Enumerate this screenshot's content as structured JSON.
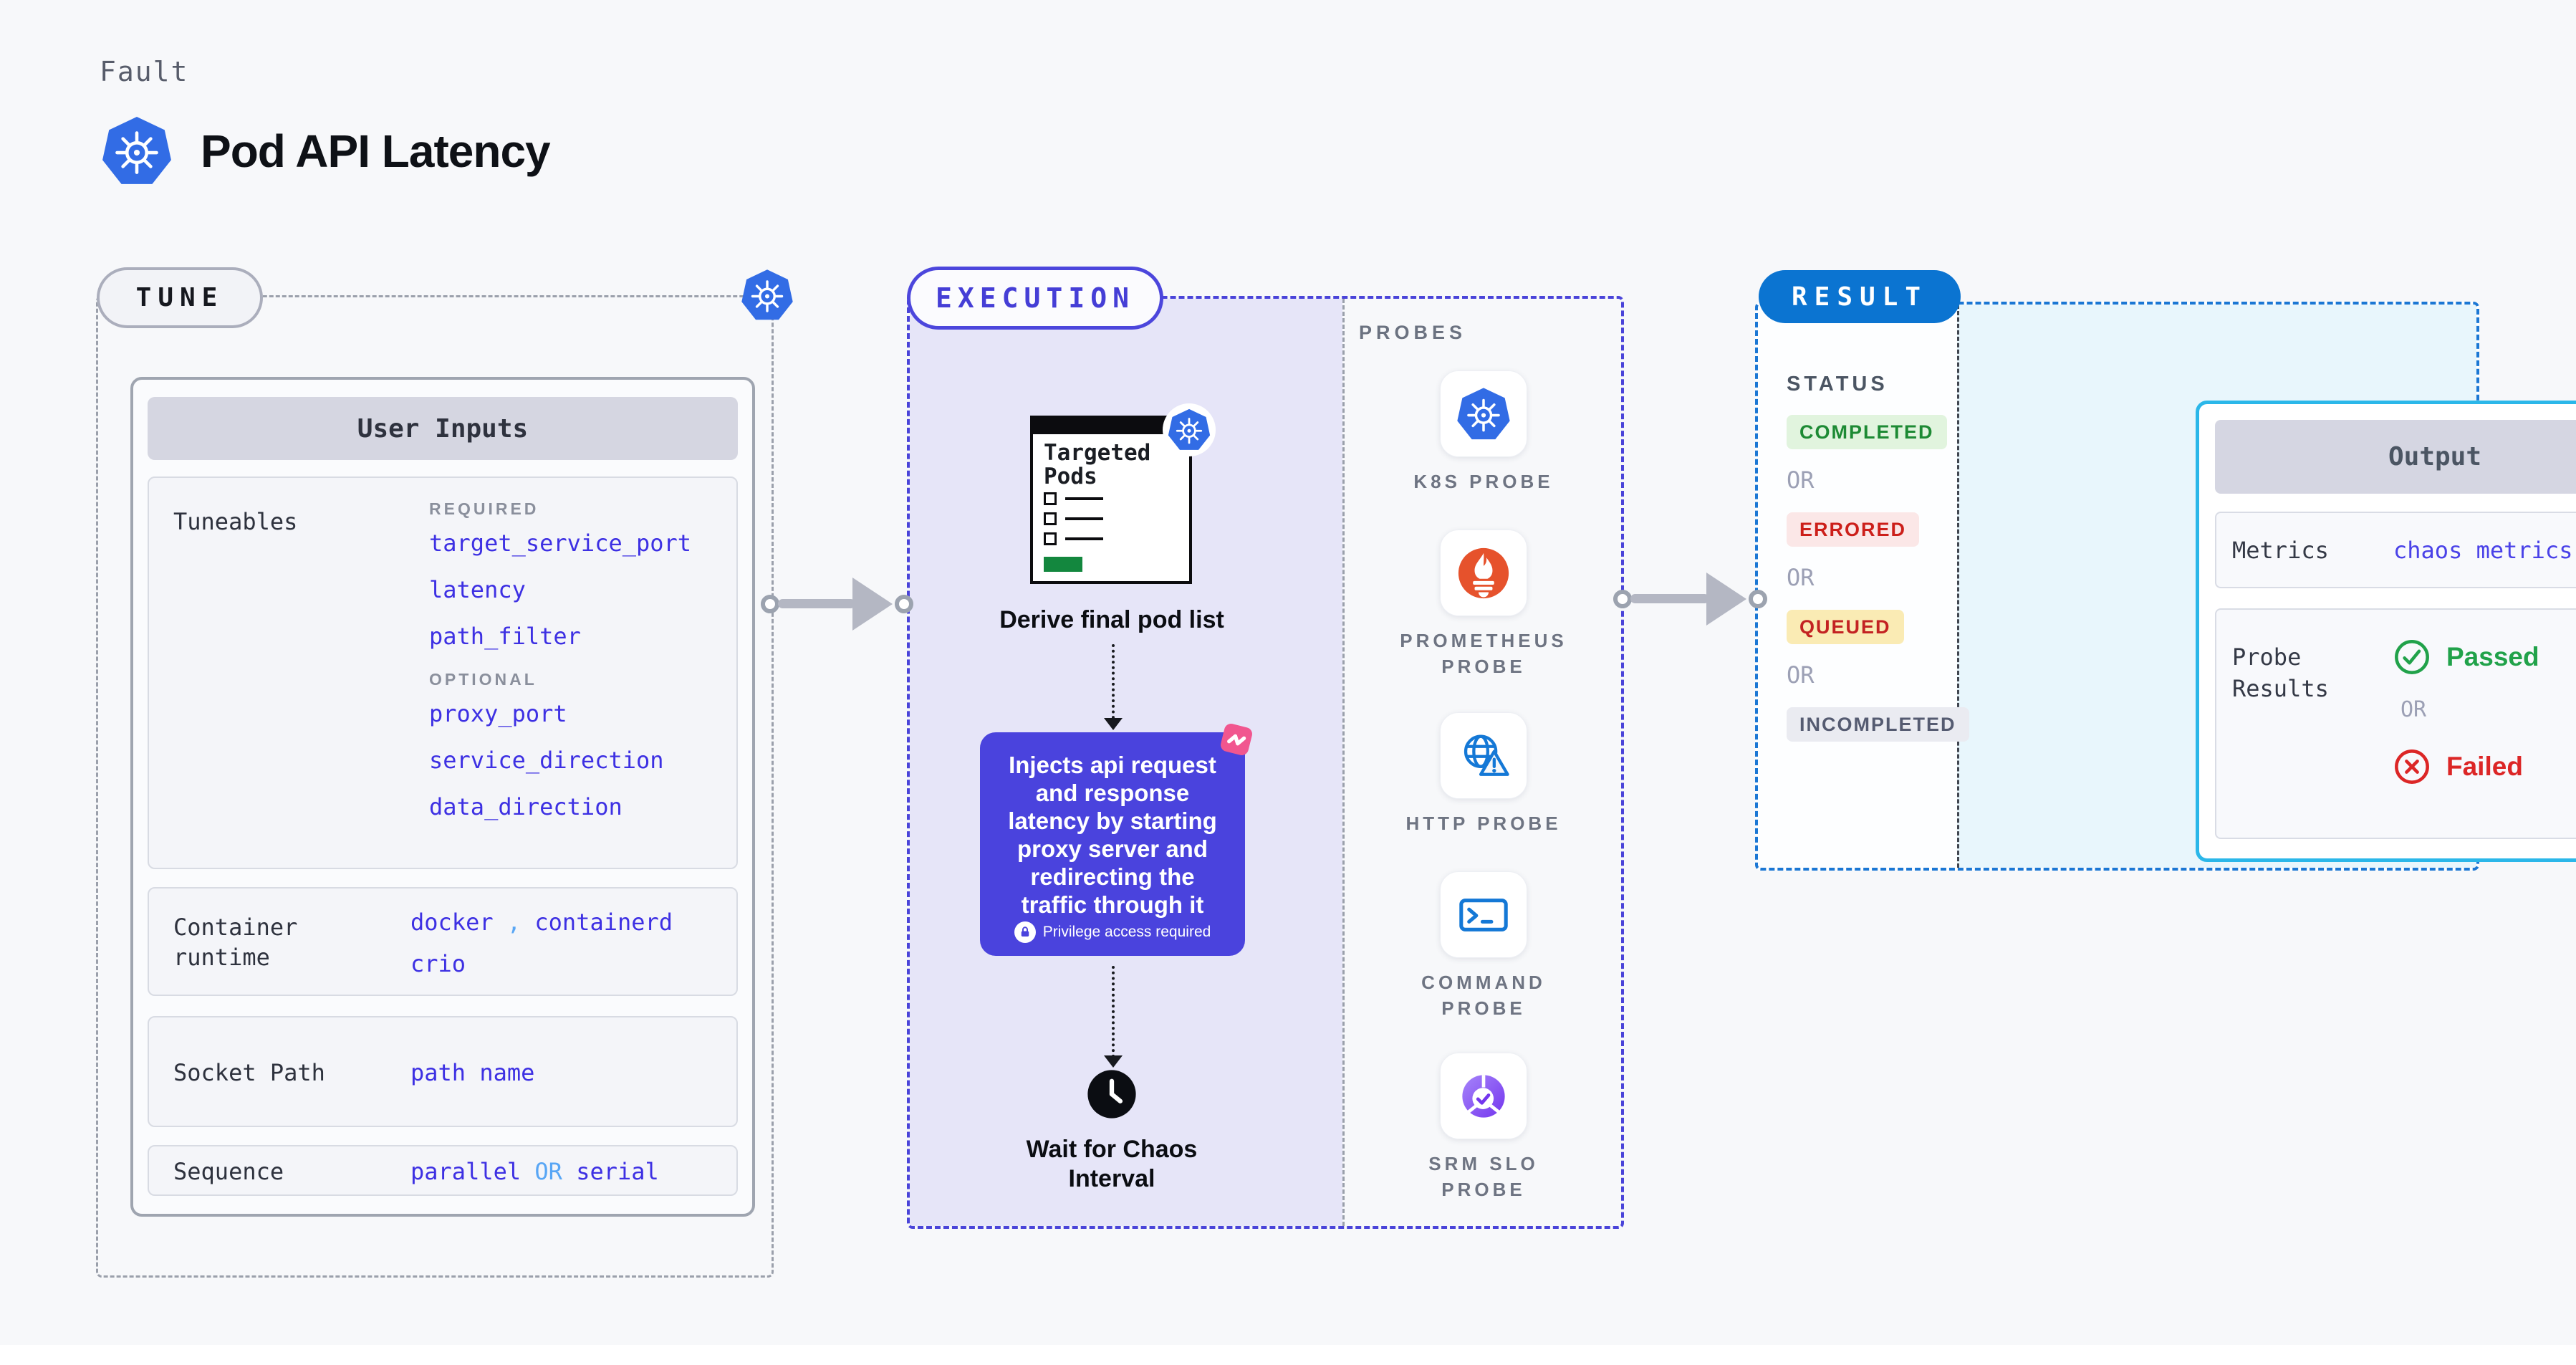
{
  "header": {
    "kicker": "Fault",
    "title": "Pod API Latency"
  },
  "tune": {
    "badge": "TUNE",
    "user_inputs": {
      "title": "User Inputs",
      "tuneables_label": "Tuneables",
      "required_label": "REQUIRED",
      "required_values": [
        "target_service_port",
        "latency",
        "path_filter"
      ],
      "optional_label": "OPTIONAL",
      "optional_values": [
        "proxy_port",
        "service_direction",
        "data_direction"
      ],
      "container_runtime": {
        "label": "Container runtime",
        "value_1": "docker",
        "separator": ",",
        "value_2": "containerd",
        "value_3": "crio"
      },
      "socket_path": {
        "label": "Socket Path",
        "value": "path name"
      },
      "sequence": {
        "label": "Sequence",
        "value_1": "parallel",
        "or": "OR",
        "value_2": "serial"
      }
    }
  },
  "execution": {
    "badge": "EXECUTION",
    "targeted_pods": {
      "line1": "Targeted",
      "line2": "Pods"
    },
    "derive_label": "Derive final pod list",
    "inject_card": {
      "text": "Injects api request and response latency by starting proxy server and redirecting the traffic through it",
      "privilege_note": "Privilege access required"
    },
    "wait_label": {
      "line1": "Wait for Chaos",
      "line2": "Interval"
    }
  },
  "probes": {
    "title": "PROBES",
    "items": [
      {
        "label": "K8S PROBE",
        "icon": "k8s-icon"
      },
      {
        "label": "PROMETHEUS PROBE",
        "icon": "prometheus-icon"
      },
      {
        "label": "HTTP PROBE",
        "icon": "http-globe-warning-icon"
      },
      {
        "label": "COMMAND PROBE",
        "icon": "terminal-icon"
      },
      {
        "label": "SRM SLO PROBE",
        "icon": "slo-pie-check-icon"
      }
    ]
  },
  "result": {
    "badge": "RESULT",
    "status": {
      "title": "STATUS",
      "or": "OR",
      "badges": [
        {
          "label": "COMPLETED",
          "fg": "#1D8A34",
          "bg": "#E1F4DE"
        },
        {
          "label": "ERRORED",
          "fg": "#CC1F1A",
          "bg": "#FBE7E7"
        },
        {
          "label": "QUEUED",
          "fg": "#C32222",
          "bg": "#FAEBB4"
        },
        {
          "label": "INCOMPLETED",
          "fg": "#555B71",
          "bg": "#EAEBF1"
        }
      ]
    },
    "output": {
      "title": "Output",
      "metrics_label": "Metrics",
      "metrics_value": "chaos metrics",
      "probe_results_label": "Probe Results",
      "passed_label": "Passed",
      "or": "OR",
      "failed_label": "Failed"
    }
  },
  "colors": {
    "k8s_blue": "#326CE5",
    "execution_accent": "#4A44D9",
    "result_accent": "#0B74D1",
    "value_blue": "#3D30E3",
    "light_blue": "#58A6F5",
    "inject_card_bg": "#4A43DD",
    "passed_green": "#21A24A",
    "failed_red": "#DC2626",
    "prometheus_orange": "#E6522C",
    "srm_purple": "#7C4DF2",
    "litmus_pink": "#F1568F",
    "lavender_bg": "#E6E5F8",
    "result_cyan_bg": "#E8F6FC"
  }
}
